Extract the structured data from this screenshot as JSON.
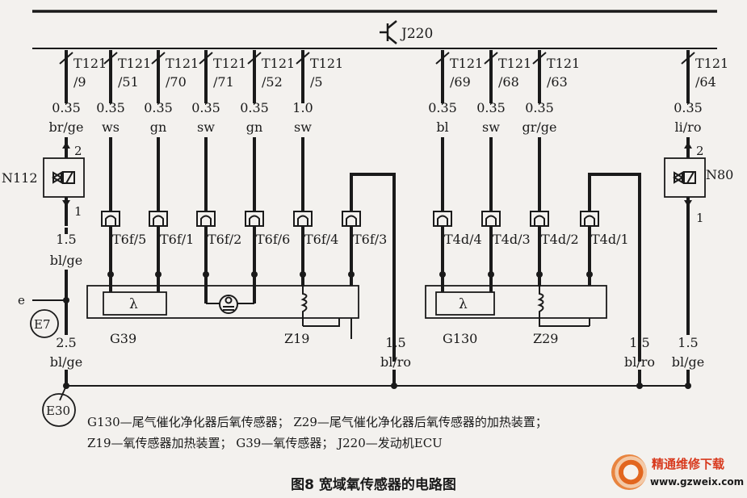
{
  "ecu_label": "J220",
  "pins": [
    {
      "conn": "T121",
      "pin": "/9",
      "size": "0.35",
      "color": "br/ge"
    },
    {
      "conn": "T121",
      "pin": "/51",
      "size": "0.35",
      "color": "ws"
    },
    {
      "conn": "T121",
      "pin": "/70",
      "size": "0.35",
      "color": "gn"
    },
    {
      "conn": "T121",
      "pin": "/71",
      "size": "0.35",
      "color": "sw"
    },
    {
      "conn": "T121",
      "pin": "/52",
      "size": "0.35",
      "color": "gn"
    },
    {
      "conn": "T121",
      "pin": "/5",
      "size": "1.0",
      "color": "sw"
    },
    {
      "conn": "T121",
      "pin": "/69",
      "size": "0.35",
      "color": "bl"
    },
    {
      "conn": "T121",
      "pin": "/68",
      "size": "0.35",
      "color": "sw"
    },
    {
      "conn": "T121",
      "pin": "/63",
      "size": "0.35",
      "color": "gr/ge"
    },
    {
      "conn": "T121",
      "pin": "/64",
      "size": "0.35",
      "color": "li/ro"
    }
  ],
  "relays": {
    "left": "N112",
    "right": "N80",
    "pin_top": "2",
    "pin_bottom": "1"
  },
  "connectors_left": [
    "T6f/5",
    "T6f/1",
    "T6f/2",
    "T6f/6",
    "T6f/4",
    "T6f/3"
  ],
  "connectors_right": [
    "T4d/4",
    "T4d/3",
    "T4d/2",
    "T4d/1"
  ],
  "lambda": "λ",
  "components": {
    "g39": "G39",
    "z19": "Z19",
    "g130": "G130",
    "z29": "Z29"
  },
  "lower_wires": [
    {
      "size": "1.5",
      "color": "bl/ge"
    },
    {
      "size": "2.5",
      "color": "bl/ge"
    },
    {
      "size": "1.5",
      "color": "bl/ro"
    },
    {
      "size": "1.5",
      "color": "bl/ro"
    },
    {
      "size": "1.5",
      "color": "bl/ge"
    }
  ],
  "grounds": {
    "e7": "E7",
    "e30": "E30",
    "e_label": "e"
  },
  "legend": {
    "line1": "G130—尾气催化净化器后氧传感器；  Z29—尾气催化净化器后氧传感器的加热装置；",
    "line2": "Z19—氧传感器加热装置；    G39—氧传感器；    J220—发动机ECU"
  },
  "caption": "图8  宽域氧传感器的电路图",
  "watermark": {
    "name": "精通维修下载",
    "url": "www.gzweix.com"
  }
}
